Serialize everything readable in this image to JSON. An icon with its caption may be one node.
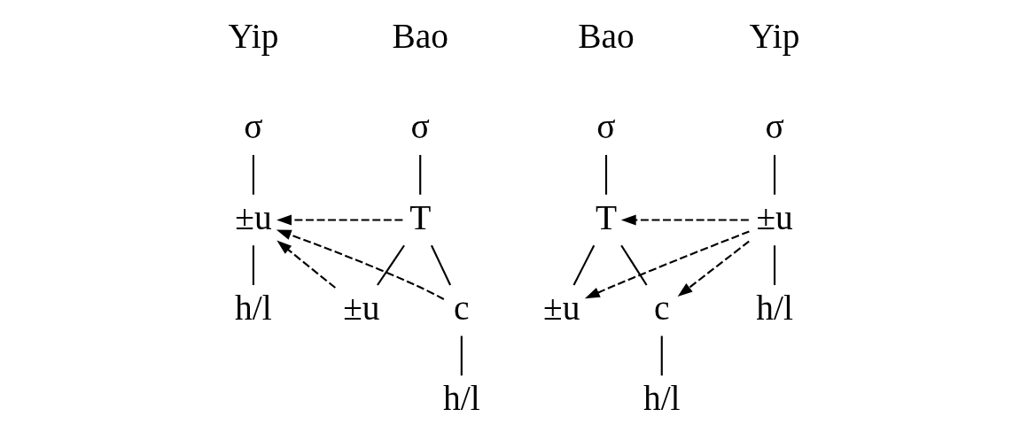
{
  "diagram": {
    "nodes": [
      {
        "text": [
          "σ"
        ]
      },
      {
        "text": [
          "T"
        ]
      },
      {
        "text": [
          "c"
        ]
      },
      {
        "text": [
          "h/l"
        ]
      },
      {
        "text": [
          "±u"
        ]
      },
      {
        "text": [
          "σ"
        ]
      },
      {
        "text": [
          "±u"
        ]
      },
      {
        "text": [
          "h/l"
        ]
      },
      {
        "text": [
          "σ"
        ]
      },
      {
        "text": [
          "±u"
        ]
      },
      {
        "text": [
          "h/l"
        ]
      },
      {
        "text": [
          "σ"
        ]
      },
      {
        "text": [
          "T"
        ]
      },
      {
        "text": [
          "±u"
        ]
      },
      {
        "text": [
          "c"
        ]
      },
      {
        "text": [
          "h/l"
        ]
      }
    ],
    "edges": [
      {
        "from": 0,
        "to": 1,
        "arrow": "none"
      },
      {
        "from": 1,
        "to": 2,
        "arrow": "none"
      },
      {
        "from": 2,
        "to": 3,
        "arrow": "none"
      },
      {
        "from": 1,
        "to": 4,
        "arrow": "none"
      },
      {
        "from": 5,
        "to": 6,
        "arrow": "none"
      },
      {
        "from": 6,
        "to": 7,
        "arrow": "none"
      },
      {
        "from": 1,
        "to": 6,
        "arrow": "to",
        "style": "dashed"
      },
      {
        "from": 2,
        "to": 6,
        "arrow": "to",
        "style": "dashed"
      },
      {
        "from": 4,
        "to": 6,
        "arrow": "to",
        "style": "dashed"
      },
      {
        "from": 8,
        "to": 9,
        "arrow": "none"
      },
      {
        "from": 9,
        "to": 10,
        "arrow": "none"
      },
      {
        "from": 11,
        "to": 12,
        "arrow": "none"
      },
      {
        "from": 12,
        "to": 13,
        "arrow": "none"
      },
      {
        "from": 12,
        "to": 14,
        "arrow": "none"
      },
      {
        "from": 14,
        "to": 15,
        "arrow": "none"
      },
      {
        "from": 9,
        "to": 12,
        "arrow": "to",
        "style": "dashed"
      },
      {
        "from": 9,
        "to": 13,
        "arrow": "to",
        "style": "dashed"
      },
      {
        "from": 9,
        "to": 14,
        "arrow": "to",
        "style": "dashed"
      }
    ],
    "labels": [
      "Bao",
      "Yip",
      "Yip",
      "Bao"
    ]
  }
}
